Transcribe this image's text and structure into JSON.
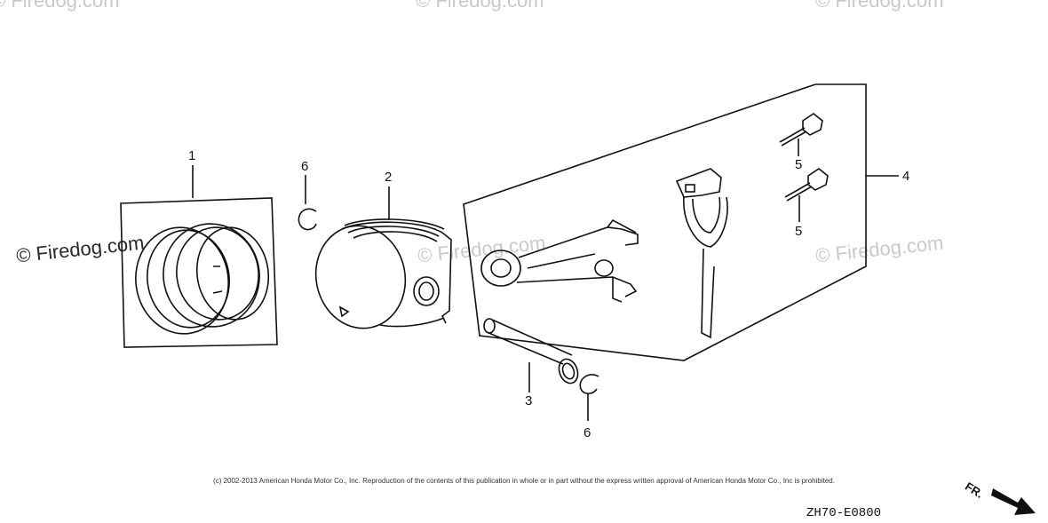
{
  "watermarks": [
    "© Firedog.com",
    "© Firedog.com",
    "© Firedog.com",
    "© Firedog.com",
    "© Firedog.com",
    "© Firedog.com"
  ],
  "callouts": {
    "piston_ring_set": "1",
    "piston": "2",
    "piston_pin": "3",
    "connecting_rod_set": "4",
    "rod_bolt_upper": "5",
    "rod_bolt_lower": "5",
    "pin_clip_left": "6",
    "pin_clip_right": "6"
  },
  "copyright": "(c) 2002-2013 American Honda Motor Co., Inc. Reproduction of the contents of this publication in whole or in part without the express written approval of American Honda Motor Co., Inc is prohibited.",
  "diagram_code": "ZH70-E0800",
  "front_arrow_label": "FR.",
  "colors": {
    "line": "#111111",
    "watermark": "#c9c9c9"
  }
}
